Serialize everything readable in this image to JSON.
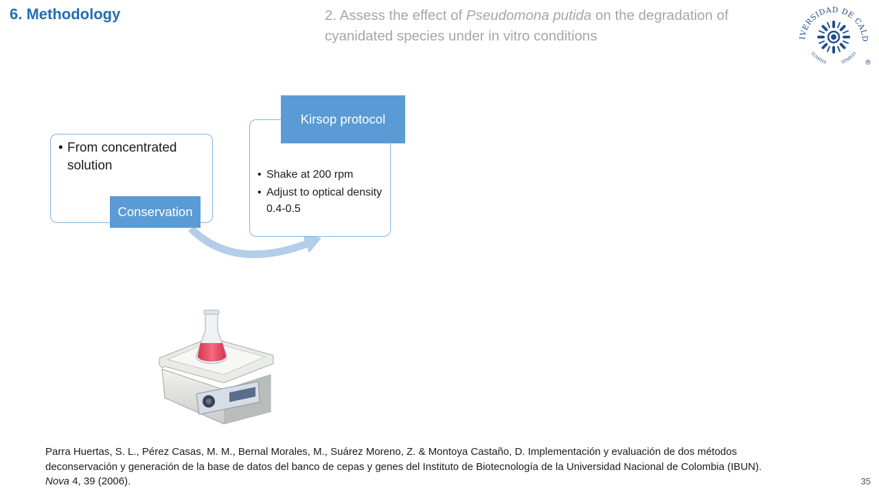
{
  "header": {
    "section_title": "6. Methodology",
    "objective_prefix": "2. Assess the effect of ",
    "objective_species": "Pseudomona putida",
    "objective_suffix": " on the degradation of cyanidated species under in vitro conditions"
  },
  "logo": {
    "name": "Universidad de Caldas seal",
    "ring_text": "UNIVERSIDAD DE CALDAS",
    "motto_left": "LUMINA",
    "motto_right": "SPARGO",
    "registered_mark": "®",
    "color": "#1f4e8c"
  },
  "diagram": {
    "steps": [
      {
        "label": "Conservation",
        "bullets": [
          "From concentrated solution"
        ]
      },
      {
        "label": "Kirsop protocol",
        "bullets": [
          "Shake at 200 rpm",
          "Adjust to optical density 0.4-0.5"
        ]
      }
    ],
    "colors": {
      "label_fill": "#5b9bd5",
      "card_border": "#7fb2e0",
      "arrow": "#b4cde8"
    }
  },
  "image": {
    "subject": "magnetic stirrer with erlenmeyer flask containing red solution"
  },
  "reference": {
    "part1": "Parra Huertas, S. L., Pérez Casas, M. M., Bernal Morales, M., Suárez Moreno, Z. & Montoya Castaño, D. Implementación y evaluación de dos métodos deconservación y generación de la base de datos del banco de cepas y genes del Instituto de Biotecnología de la Universidad Nacional de Colombia (IBUN). ",
    "journal": "Nova",
    "part2": " 4, 39 (2006)."
  },
  "page_number": "35"
}
